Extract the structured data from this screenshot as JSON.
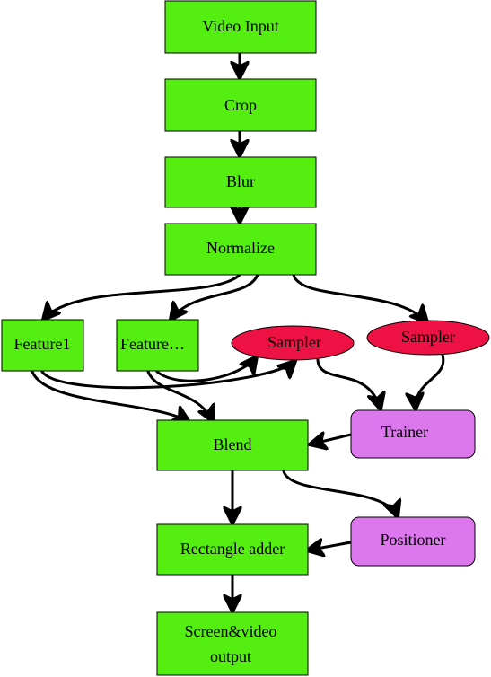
{
  "colors": {
    "process": "#55ee11",
    "sampler": "#ee1144",
    "aux": "#dd77ee",
    "edge": "#000000"
  },
  "nodes": {
    "video_input": "Video Input",
    "crop": "Crop",
    "blur": "Blur",
    "normalize": "Normalize",
    "feature1": "Feature1",
    "feature_more": "Feature…",
    "sampler_left": "Sampler",
    "sampler_right": "Sampler",
    "trainer": "Trainer",
    "blend": "Blend",
    "positioner": "Positioner",
    "rectangle_adder": "Rectangle adder",
    "output_line1": "Screen&video",
    "output_line2": "output"
  },
  "icons": {
    "arrow": "arrowhead-icon"
  }
}
